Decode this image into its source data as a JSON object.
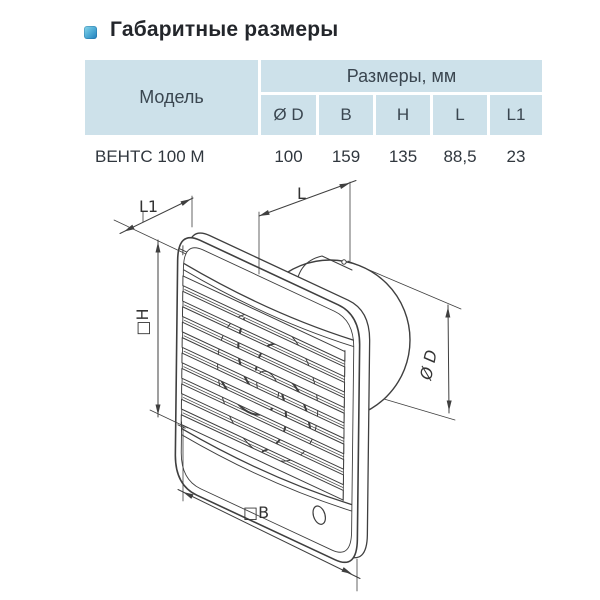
{
  "header": {
    "title": "Габаритные размеры",
    "icon": "blue-gradient-square"
  },
  "table": {
    "model_header": "Модель",
    "sizes_header": "Размеры, мм",
    "columns": [
      "Ø D",
      "B",
      "H",
      "L",
      "L1"
    ],
    "row": {
      "model": "ВЕНТС 100 М",
      "values": [
        "100",
        "159",
        "135",
        "88,5",
        "23"
      ]
    },
    "colors": {
      "header_bg": "#cde1ea",
      "text": "#3a4650"
    }
  },
  "drawing": {
    "type": "isometric technical drawing of axial wall fan with louvered grille and round duct spigot",
    "line_color": "#3f3f3f",
    "labels": {
      "l1": "L1",
      "l": "L",
      "h": "□H",
      "d": "Ø D",
      "b": "□B"
    }
  }
}
